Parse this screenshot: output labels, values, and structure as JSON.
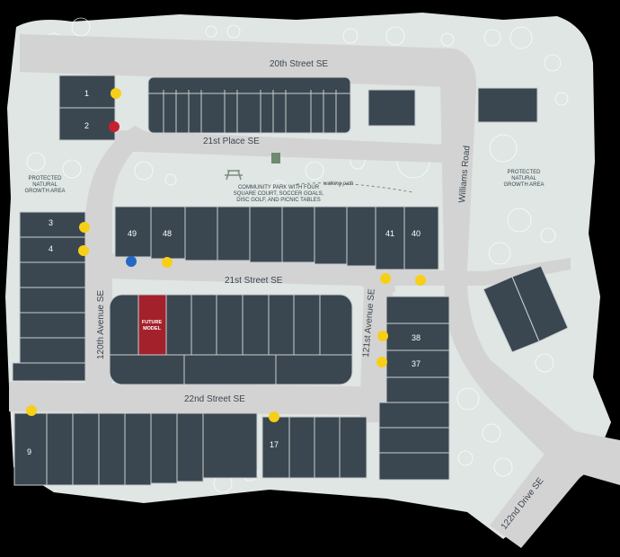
{
  "colors": {
    "background": "#000000",
    "park_green": "#dfe6e3",
    "road": "#d4d3d3",
    "lot": "#3a4750",
    "model_lot": "#a3212b",
    "dot_yellow": "#f7cf16",
    "dot_red": "#c8202f",
    "dot_blue": "#2568c4"
  },
  "streets": {
    "s20th": "20th Street SE",
    "s21place": "21st Place SE",
    "s21st": "21st Street SE",
    "s22nd": "22nd Street SE",
    "a120": "120th Avenue SE",
    "a121": "121st Avenue SE",
    "williams": "Williams Road",
    "d122": "122nd Drive SE"
  },
  "labels": {
    "protected_left_1": "PROTECTED",
    "protected_left_2": "NATURAL",
    "protected_left_3": "GROWTH AREA",
    "protected_right_1": "PROTECTED",
    "protected_right_2": "NATURAL",
    "protected_right_3": "GROWTH AREA",
    "park_1": "COMMUNITY PARK WITH FOUR",
    "park_2": "SQUARE COURT, SOCCER GOALS,",
    "park_3": "DISC GOLF, AND PICNIC TABLES",
    "walking_path": "walking path",
    "future_1": "FUTURE",
    "future_2": "MODEL"
  },
  "lot_numbers": {
    "l1": "1",
    "l2": "2",
    "l3": "3",
    "l4": "4",
    "l9": "9",
    "l17": "17",
    "l37": "37",
    "l38": "38",
    "l40": "40",
    "l41": "41",
    "l48": "48",
    "l49": "49"
  }
}
